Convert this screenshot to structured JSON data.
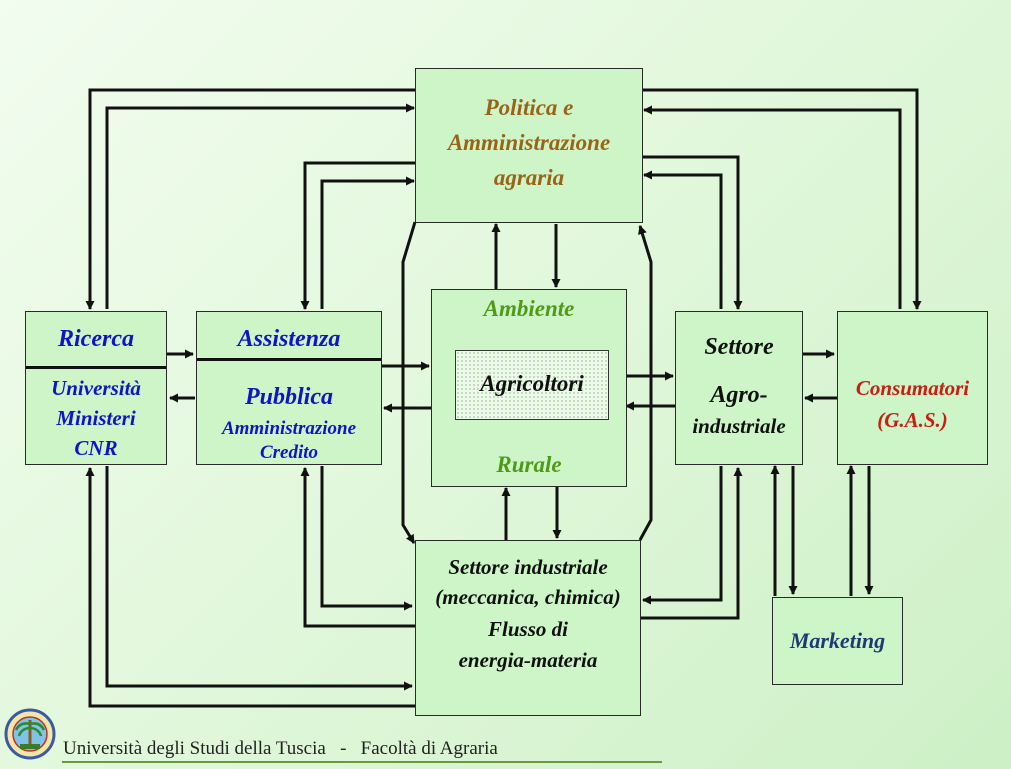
{
  "diagram": {
    "politica": {
      "lines": [
        "Politica e",
        "Amministrazione",
        "agraria"
      ]
    },
    "ricerca": {
      "header": "Ricerca",
      "lines": [
        "Università",
        "Ministeri",
        "CNR"
      ]
    },
    "assistenza": {
      "header": "Assistenza",
      "lines": [
        "Pubblica",
        "Amministrazione",
        "Credito"
      ]
    },
    "ambiente": {
      "top": "Ambiente",
      "bottom": "Rurale",
      "inner": "Agricoltori"
    },
    "settore_agro": {
      "lines": [
        "Settore",
        "Agro-",
        "industriale"
      ]
    },
    "consumatori": {
      "lines": [
        "Consumatori",
        "(G.A.S.)"
      ]
    },
    "settore_industriale": {
      "lines": [
        "Settore industriale",
        "(meccanica, chimica)",
        "Flusso di",
        "energia-materia"
      ]
    },
    "marketing": {
      "label": "Marketing"
    }
  },
  "colors": {
    "box_fill": "#cdf5c8",
    "brown_text": "#9a6418",
    "blue_text": "#1212c8",
    "green_text": "#4f9a18",
    "red_text": "#c81e14",
    "navy_text": "#1f3a73"
  },
  "footer": {
    "text": "Università degli Studi della Tuscia   -   Facoltà di Agraria"
  }
}
